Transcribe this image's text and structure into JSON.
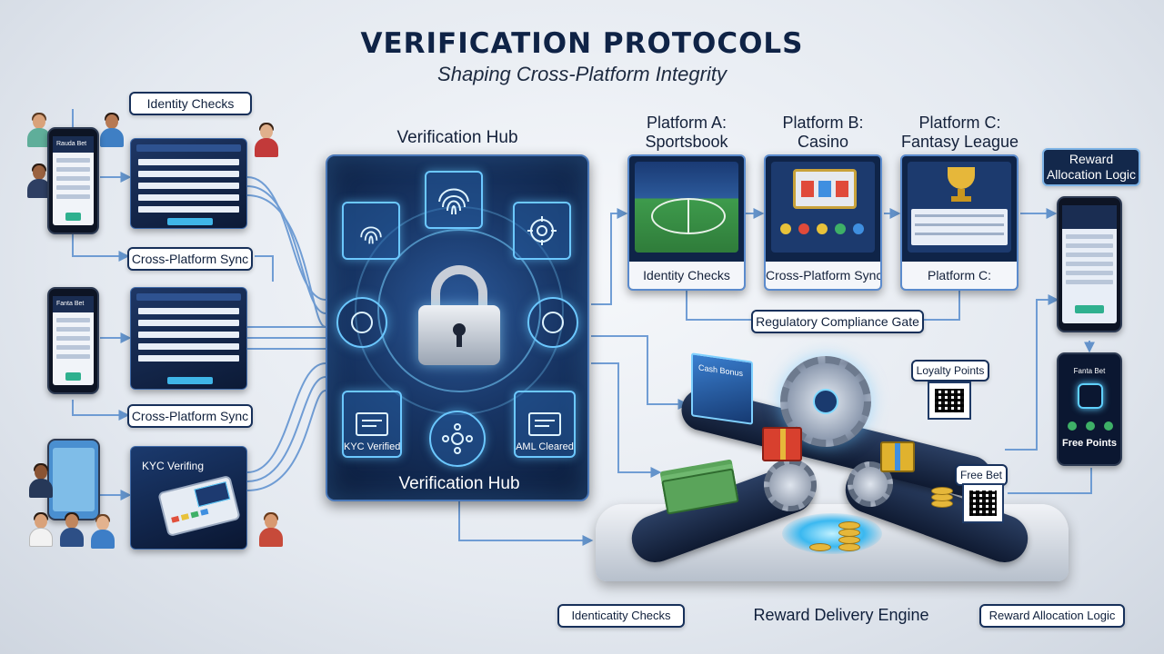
{
  "header": {
    "title": "VERIFICATION PROTOCOLS",
    "subtitle": "Shaping Cross-Platform Integrity"
  },
  "left": {
    "identity_checks": "Identity Checks",
    "sync_1": "Cross-Platform Sync",
    "sync_2": "Cross-Platform Sync",
    "kyc_card": "KYC Verifing",
    "phone_1": "Rauda Bet",
    "phone_2": "Fanta Bet"
  },
  "hub": {
    "heading": "Verification Hub",
    "label": "Verification Hub",
    "kyc": "KYC Verified",
    "aml": "AML Cleared"
  },
  "platforms": [
    {
      "title": "Platform A:\nSportsbook",
      "footer": "Identity Checks"
    },
    {
      "title": "Platform B:\nCasino",
      "footer": "Cross-Platform Sync"
    },
    {
      "title": "Platform C:\nFantasy League",
      "footer": "Platform C:"
    }
  ],
  "compliance_gate": "Regulatory Compliance Gate",
  "right": {
    "reward_logic": "Reward\nAllocation Logic",
    "phone_app": "Fanta Bet",
    "free_points": "Free Points"
  },
  "engine": {
    "cash_bonus": "Cash Bonus",
    "loyalty_points": "Loyalty Points",
    "free_bet": "Free Bet",
    "label": "Reward Delivery Engine"
  },
  "bottom": {
    "identity_checks": "Identicatity Checks",
    "reward_logic": "Reward Allocation Logic"
  },
  "colors": {
    "navy": "#0f2346",
    "accent_cyan": "#3fb6e8",
    "gold": "#e6b73a"
  }
}
